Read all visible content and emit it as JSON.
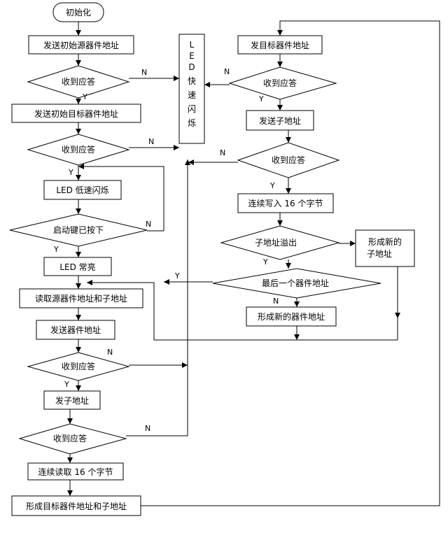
{
  "flowchart": {
    "start": "初始化",
    "left": {
      "send_src_addr": "发送初始源器件地址",
      "recv_ack_1": "收到应答",
      "send_init_target": "发送初始目标器件地址",
      "recv_ack_2": "收到应答",
      "led_slow": "LED 低速闪烁",
      "start_key": "启动键已按下",
      "led_on": "LED 常亮",
      "read_addrs": "读取源器件地址和子地址",
      "send_dev_addr": "发送器件地址",
      "recv_ack_3": "收到应答",
      "send_subaddr": "发子地址",
      "recv_ack_4": "收到应答",
      "read16": "连续读取 16 个字节",
      "form_target": "形成目标器件地址和子地址"
    },
    "middle": {
      "led_fast": [
        "L",
        "E",
        "D",
        "快",
        "速",
        "闪",
        "烁"
      ]
    },
    "right": {
      "send_target": "发目标器件地址",
      "recv_ack_5": "收到应答",
      "send_sub": "发送子地址",
      "recv_ack_6": "收到应答",
      "write16": "连续写入 16 个字节",
      "sub_overflow": "子地址溢出",
      "form_new_sub": [
        "形成新的",
        "子地址"
      ],
      "last_dev": "最后一个器件地址",
      "form_new_dev": "形成新的器件地址"
    },
    "labels": {
      "yes": "Y",
      "no": "N"
    }
  }
}
